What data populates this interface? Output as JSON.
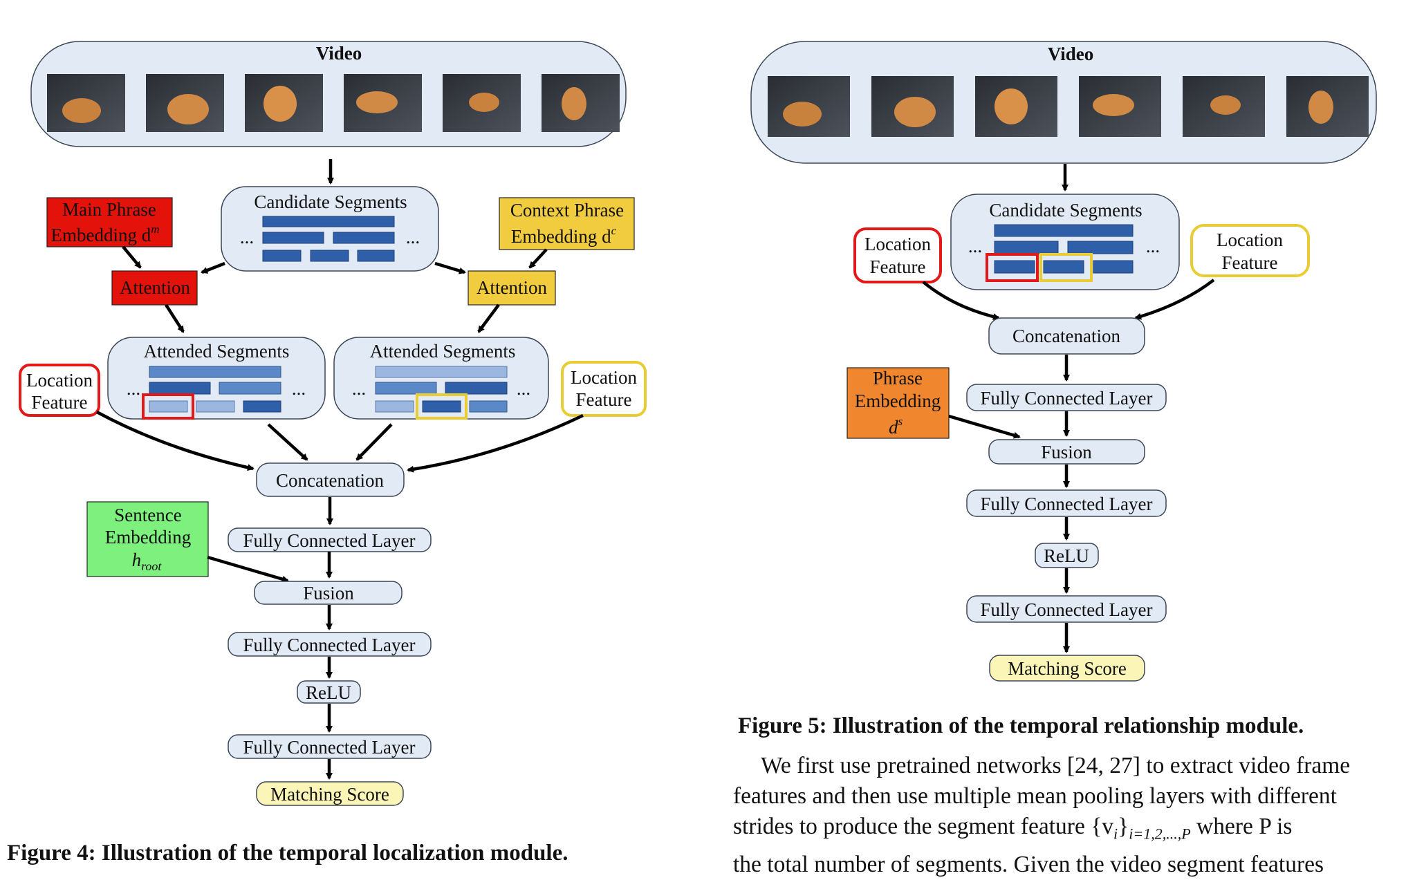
{
  "figure4": {
    "video_label": "Video",
    "candidate_segments": "Candidate Segments",
    "ellipsis": "...",
    "main_phrase_line1": "Main Phrase",
    "main_phrase_line2": "Embedding d",
    "main_phrase_sup": "m",
    "context_phrase_line1": "Context Phrase",
    "context_phrase_line2": "Embedding d",
    "context_phrase_sup": "c",
    "attention": "Attention",
    "attended_segments": "Attended Segments",
    "location_line1": "Location",
    "location_line2": "Feature",
    "concatenation": "Concatenation",
    "sentence_line1": "Sentence",
    "sentence_line2": "Embedding",
    "sentence_h": "h",
    "sentence_sub": "root",
    "fc_layer": "Fully Connected Layer",
    "fusion": "Fusion",
    "relu": "ReLU",
    "matching_score": "Matching Score",
    "caption": "Figure 4: Illustration of the temporal localization module."
  },
  "figure5": {
    "video_label": "Video",
    "candidate_segments": "Candidate Segments",
    "ellipsis": "...",
    "location_line1": "Location",
    "location_line2": "Feature",
    "concatenation": "Concatenation",
    "fc_layer": "Fully Connected Layer",
    "phrase_line1": "Phrase",
    "phrase_line2": "Embedding",
    "phrase_d": "d",
    "phrase_sup": "s",
    "fusion": "Fusion",
    "relu": "ReLU",
    "matching_score": "Matching Score",
    "caption": "Figure 5: Illustration of the temporal relationship module."
  },
  "paragraph": {
    "line1": "We first use pretrained networks [24, 27] to extract video frame",
    "line2": "features and then use multiple mean pooling layers with different",
    "line3": "strides to produce the segment feature {v",
    "line3_sub": "i",
    "line3_brace": "}",
    "line3_sub2": "i=1,2,...,P",
    "line3_end": " where P is",
    "line4": "the total number of segments. Given the video segment features"
  },
  "colors": {
    "box_fill": "#e2eaf5",
    "box_stroke": "#3b4656",
    "seg_dark": "#2e5fa8",
    "seg_mid": "#5b88c6",
    "seg_light": "#9bb7df",
    "red": "#e3120b",
    "yellow": "#f2cc3f",
    "green": "#7df07d",
    "orange": "#f0862e",
    "matching": "#fbf6b7",
    "loc_red": "#e41818",
    "loc_yellow": "#e8cc33"
  }
}
